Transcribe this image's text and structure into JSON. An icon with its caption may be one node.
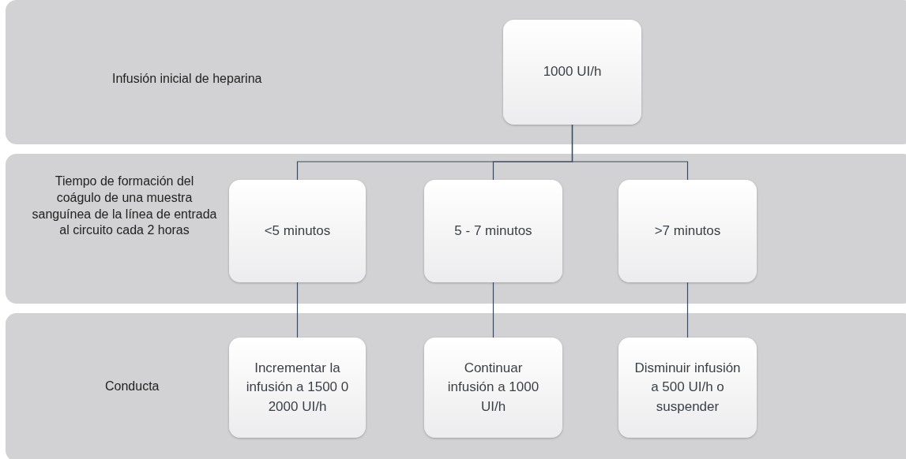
{
  "diagram": {
    "nodes": [
      {
        "text": [
          "Infusión inicial de heparina"
        ]
      },
      {
        "text": [
          "1000 UI/h"
        ],
        "in": 0
      },
      {
        "text": [
          "Tiempo de formación del coágulo de una muestra sanguínea de la línea de entrada al circuito cada 2 horas"
        ]
      },
      {
        "text": [
          "<5 minutos"
        ],
        "in": 2
      },
      {
        "text": [
          "5 - 7 minutos"
        ],
        "in": 2
      },
      {
        "text": [
          ">7 minutos"
        ],
        "in": 2
      },
      {
        "text": [
          "Conducta"
        ]
      },
      {
        "text": [
          "Incrementar la infusión a 1500 0 2000 UI/h"
        ],
        "in": 6
      },
      {
        "text": [
          "Continuar infusión a 1000 UI/h"
        ],
        "in": 6
      },
      {
        "text": [
          "Disminuir infusión a 500 UI/h o suspender"
        ],
        "in": 6
      }
    ],
    "edges": [
      {
        "from": 1,
        "to": 3,
        "arrow": "none"
      },
      {
        "from": 1,
        "to": 4,
        "arrow": "none"
      },
      {
        "from": 1,
        "to": 5,
        "arrow": "none"
      },
      {
        "from": 3,
        "to": 7,
        "arrow": "none"
      },
      {
        "from": 4,
        "to": 8,
        "arrow": "none"
      },
      {
        "from": 5,
        "to": 9,
        "arrow": "none"
      }
    ]
  }
}
